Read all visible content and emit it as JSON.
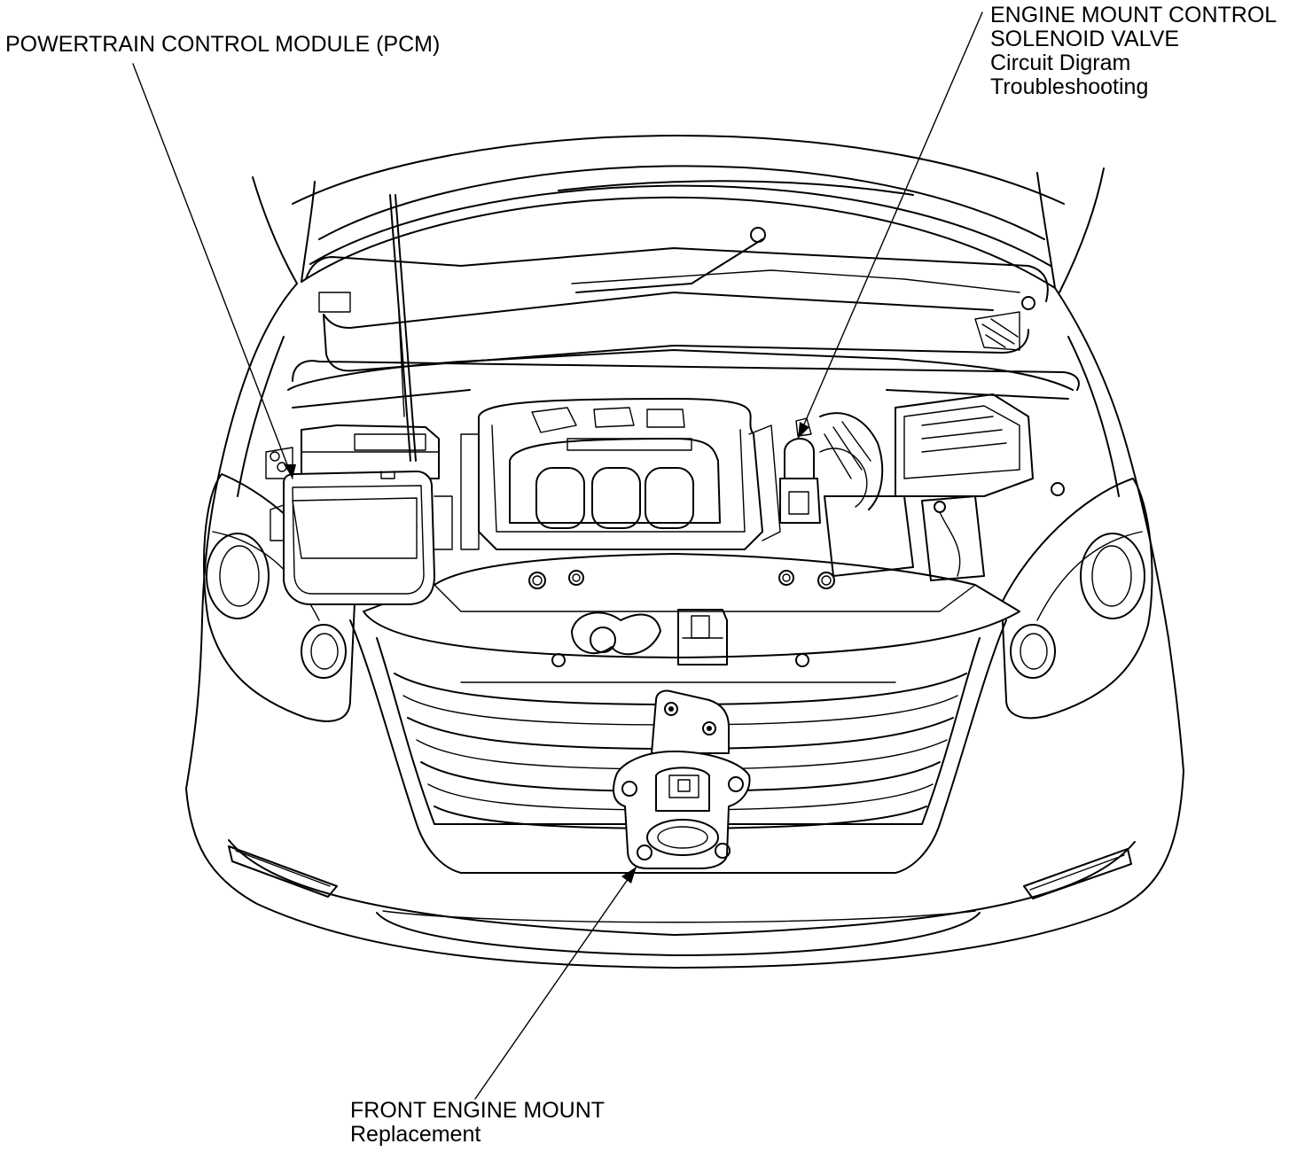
{
  "labels": {
    "pcm": {
      "title": "POWERTRAIN CONTROL MODULE (PCM)"
    },
    "solenoid": {
      "title_line1": "ENGINE MOUNT CONTROL",
      "title_line2": "SOLENOID VALVE",
      "link1": "Circuit Digram",
      "link2": "Troubleshooting"
    },
    "front_mount": {
      "title": "FRONT ENGINE MOUNT",
      "link1": "Replacement"
    }
  },
  "colors": {
    "line": "#000000",
    "background": "#ffffff"
  }
}
